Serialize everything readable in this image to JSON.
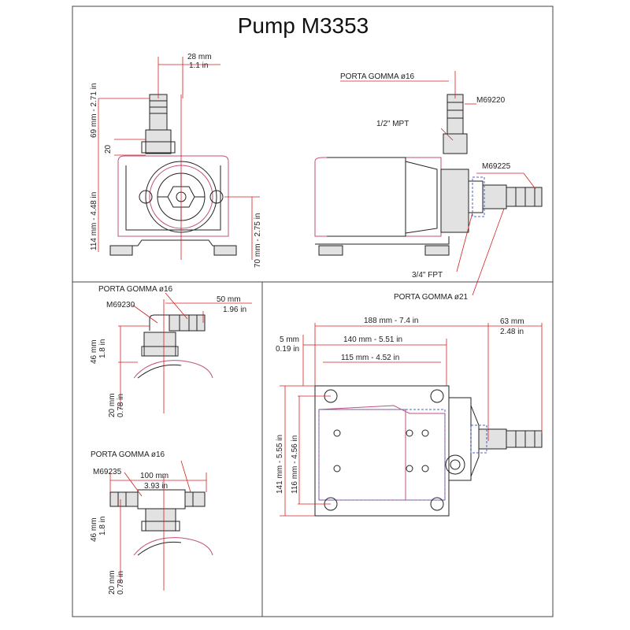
{
  "title": "Pump M3353",
  "labels": {
    "porta_gomma_16_a": "PORTA GOMMA ø16",
    "porta_gomma_16_b": "PORTA GOMMA ø16",
    "porta_gomma_16_c": "PORTA GOMMA ø16",
    "porta_gomma_21": "PORTA GOMMA ø21",
    "m69220": "M69220",
    "m69225": "M69225",
    "m69230": "M69230",
    "m69235": "M69235",
    "mpt": "1/2\" MPT",
    "fpt": "3/4\" FPT"
  },
  "dims": {
    "d28mm": "28 mm",
    "d28in": "1.1 in",
    "d69": "69 mm - 2.71 in",
    "d20a": "20",
    "d114": "114 mm - 4.48 in",
    "d70": "70 mm - 2.75 in",
    "d50mm": "50 mm",
    "d50in": "1.96 in",
    "d46a": "46 mm",
    "d46a_in": "1.8 in",
    "d20b": "20 mm",
    "d20b_in": "0.78 in",
    "d100mm": "100 mm",
    "d100in": "3.93 in",
    "d46b": "46 mm",
    "d46b_in": "1.8 in",
    "d20c": "20 mm",
    "d20c_in": "0.78 in",
    "d188": "188 mm - 7.4 in",
    "d63mm": "63 mm",
    "d63in": "2.48 in",
    "d5mm": "5 mm",
    "d5in": "0.19 in",
    "d140": "140 mm - 5.51 in",
    "d115": "115 mm - 4.52 in",
    "d141": "141 mm - 5.55 in",
    "d116": "116 mm - 4.56 in"
  }
}
